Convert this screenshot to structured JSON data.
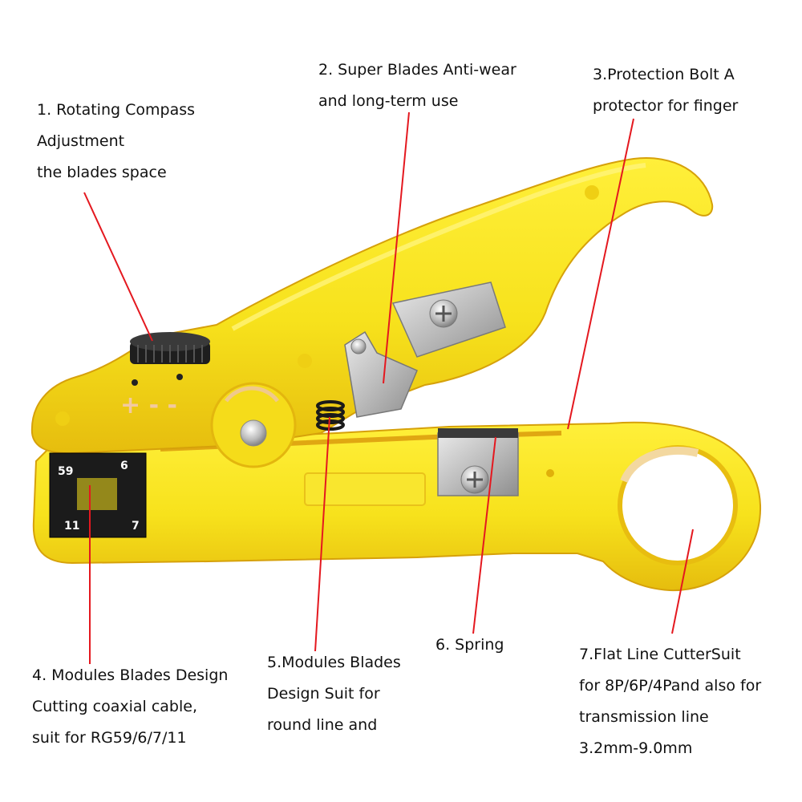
{
  "image": {
    "subject": "cable-stripper-tool",
    "colors": {
      "body": "#f7e21c",
      "body_shadow": "#e9bf10",
      "body_edge": "#d9a60a",
      "leader_line": "#e4181f",
      "blade": "#c9c9c9",
      "module": "#1b1b1b"
    },
    "module_markings": [
      "59",
      "6",
      "11",
      "7"
    ],
    "body_symbol": "+ - -"
  },
  "annotations": [
    {
      "id": "1",
      "lines": [
        "1. Rotating Compass",
        "Adjustment",
        "the blades space"
      ]
    },
    {
      "id": "2",
      "lines": [
        "2. Super Blades Anti-wear",
        "and long-term use"
      ]
    },
    {
      "id": "3",
      "lines": [
        "3.Protection Bolt A",
        "protector for finger"
      ]
    },
    {
      "id": "4",
      "lines": [
        "4. Modules Blades Design",
        "Cutting coaxial cable,",
        "suit for RG59/6/7/11"
      ]
    },
    {
      "id": "5",
      "lines": [
        "5.Modules Blades",
        "Design Suit for",
        "round line and"
      ]
    },
    {
      "id": "6",
      "lines": [
        "6. Spring"
      ]
    },
    {
      "id": "7",
      "lines": [
        "7.Flat Line CutterSuit",
        "for 8P/6P/4Pand also for",
        "transmission line",
        "3.2mm-9.0mm"
      ]
    }
  ]
}
